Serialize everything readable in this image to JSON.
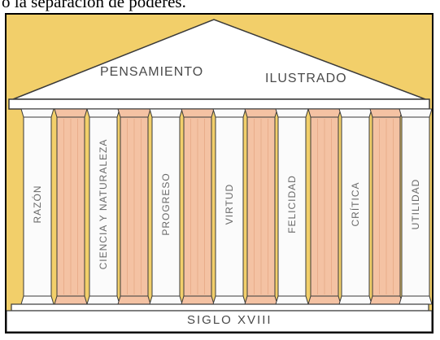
{
  "caption": "o la separación de poderes.",
  "pediment": {
    "left_word": "PENSAMIENTO",
    "right_word": "ILUSTRADO"
  },
  "columns": [
    {
      "label": "RAZÓN"
    },
    {
      "label": "CIENCIA Y NATURALEZA"
    },
    {
      "label": "PROGRESO"
    },
    {
      "label": "VIRTUD"
    },
    {
      "label": "FELICIDAD"
    },
    {
      "label": "CRÍTICA"
    },
    {
      "label": "UTILIDAD"
    }
  ],
  "base_label": "SIGLO XVIII",
  "colors": {
    "background": "#f2cf6a",
    "white_column": "#fbfbfb",
    "peach_column": "#f4c2a3",
    "outline": "#3a3a3a"
  }
}
